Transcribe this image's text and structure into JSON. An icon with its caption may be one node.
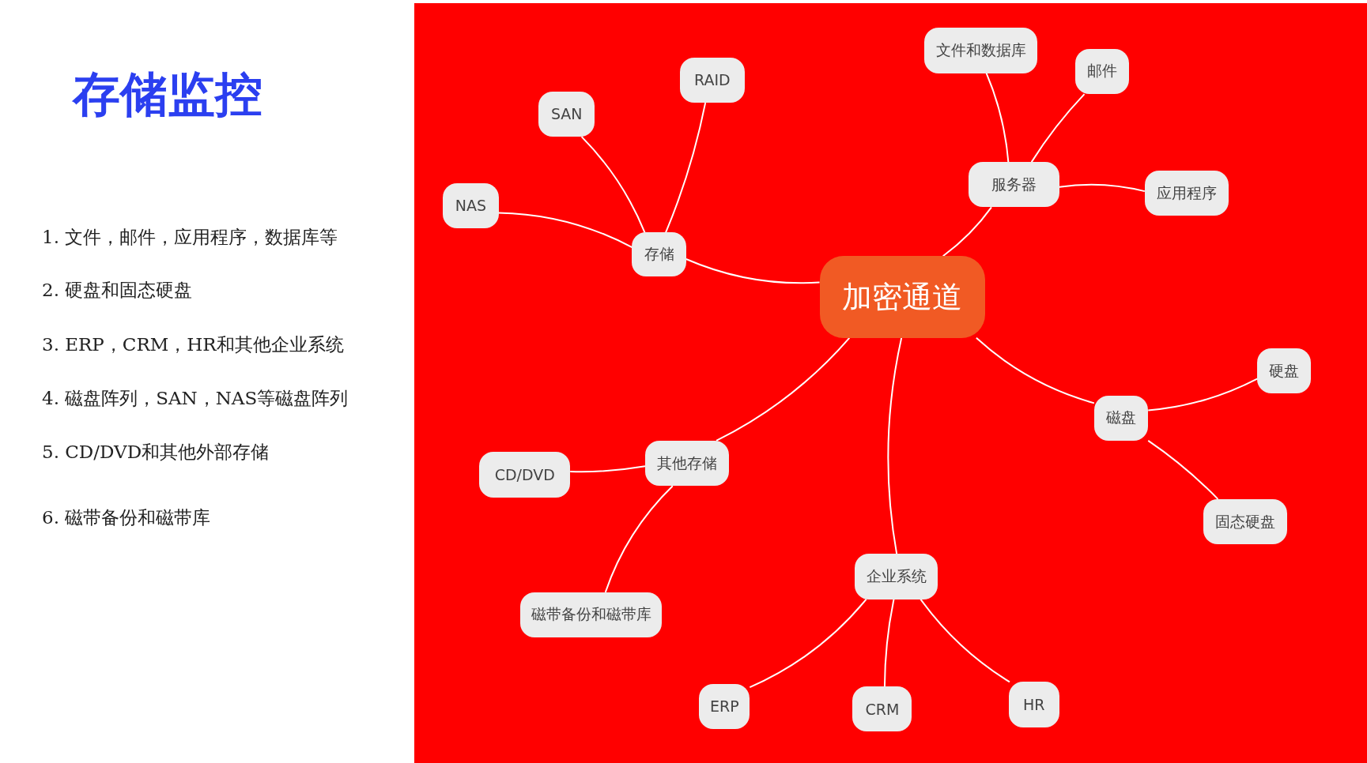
{
  "diagram": {
    "title": "存储监控",
    "nodes": [
      {
        "text": [
          "加密通道"
        ]
      },
      {
        "text": [
          "存储"
        ]
      },
      {
        "text": [
          "NAS"
        ]
      },
      {
        "text": [
          "SAN"
        ]
      },
      {
        "text": [
          "RAID"
        ]
      },
      {
        "text": [
          "服务器"
        ]
      },
      {
        "text": [
          "文件和数据库"
        ]
      },
      {
        "text": [
          "邮件"
        ]
      },
      {
        "text": [
          "应用程序"
        ]
      },
      {
        "text": [
          "磁盘"
        ]
      },
      {
        "text": [
          "硬盘"
        ]
      },
      {
        "text": [
          "固态硬盘"
        ]
      },
      {
        "text": [
          "企业系统"
        ]
      },
      {
        "text": [
          "ERP"
        ]
      },
      {
        "text": [
          "CRM"
        ]
      },
      {
        "text": [
          "HR"
        ]
      },
      {
        "text": [
          "其他存储"
        ]
      },
      {
        "text": [
          "CD/DVD"
        ]
      },
      {
        "text": [
          "磁带备份和磁带库"
        ]
      }
    ],
    "edges": [
      {
        "from": 0,
        "to": 1,
        "arrow": "none"
      },
      {
        "from": 1,
        "to": 2,
        "arrow": "none"
      },
      {
        "from": 1,
        "to": 3,
        "arrow": "none"
      },
      {
        "from": 1,
        "to": 4,
        "arrow": "none"
      },
      {
        "from": 0,
        "to": 5,
        "arrow": "none"
      },
      {
        "from": 5,
        "to": 6,
        "arrow": "none"
      },
      {
        "from": 5,
        "to": 7,
        "arrow": "none"
      },
      {
        "from": 5,
        "to": 8,
        "arrow": "none"
      },
      {
        "from": 0,
        "to": 9,
        "arrow": "none"
      },
      {
        "from": 9,
        "to": 10,
        "arrow": "none"
      },
      {
        "from": 9,
        "to": 11,
        "arrow": "none"
      },
      {
        "from": 0,
        "to": 12,
        "arrow": "none"
      },
      {
        "from": 12,
        "to": 13,
        "arrow": "none"
      },
      {
        "from": 12,
        "to": 14,
        "arrow": "none"
      },
      {
        "from": 12,
        "to": 15,
        "arrow": "none"
      },
      {
        "from": 0,
        "to": 16,
        "arrow": "none"
      },
      {
        "from": 16,
        "to": 17,
        "arrow": "none"
      },
      {
        "from": 16,
        "to": 18,
        "arrow": "none"
      }
    ],
    "labels": [
      "1. 文件，邮件，应用程序，数据库等",
      "2. 硬盘和固态硬盘",
      "3. ERP，CRM，HR和其他企业系统",
      "4. 磁盘阵列，SAN，NAS等磁盘阵列",
      "5. CD/DVD和其他外部存储",
      "6. 磁带备份和磁带库"
    ]
  }
}
